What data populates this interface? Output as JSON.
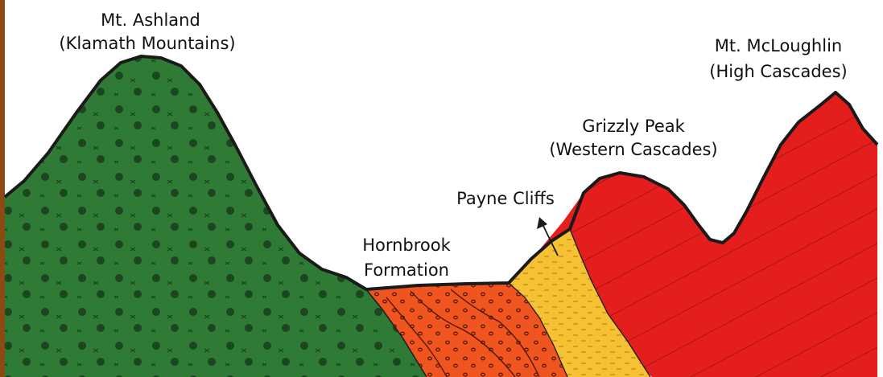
{
  "labels": {
    "ashland_name": "Mt. Ashland",
    "ashland_sub": "(Klamath Mountains)",
    "mcloughlin_name": "Mt. McLoughlin",
    "mcloughlin_sub": "(High Cascades)",
    "grizzly_name": "Grizzly Peak",
    "grizzly_sub": "(Western Cascades)",
    "payne": "Payne Cliffs",
    "hornbrook_1": "Hornbrook",
    "hornbrook_2": "Formation"
  },
  "colors": {
    "frame": "#8a4a12",
    "klamath_green": "#2f7a35",
    "hornbrook_orange": "#f0541f",
    "payne_yellow": "#f6c233",
    "cascades_red": "#e31e1c",
    "outline": "#1a1a1a"
  }
}
